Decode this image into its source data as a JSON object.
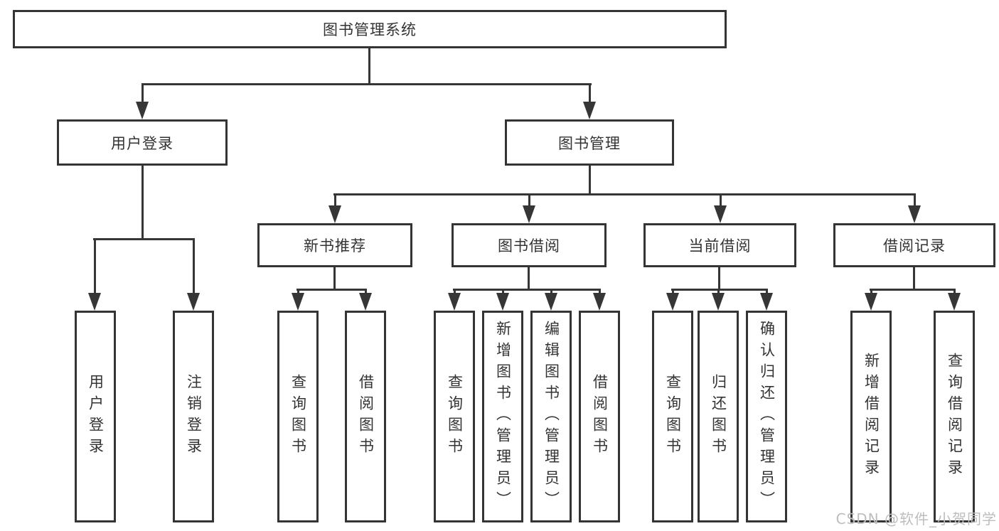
{
  "diagram": {
    "type": "hierarchy-tree",
    "orientation": "top-down"
  },
  "tree": {
    "root": {
      "label": "图书管理系统",
      "children": [
        {
          "label": "用户登录",
          "children": [
            {
              "label": "用户登录"
            },
            {
              "label": "注销登录"
            }
          ]
        },
        {
          "label": "图书管理",
          "children": [
            {
              "label": "新书推荐",
              "children": [
                {
                  "label": "查询图书"
                },
                {
                  "label": "借阅图书"
                }
              ]
            },
            {
              "label": "图书借阅",
              "children": [
                {
                  "label": "查询图书"
                },
                {
                  "label": "新增图书（管理员）"
                },
                {
                  "label": "编辑图书（管理员）"
                },
                {
                  "label": "借阅图书"
                }
              ]
            },
            {
              "label": "当前借阅",
              "children": [
                {
                  "label": "查询图书"
                },
                {
                  "label": "归还图书"
                },
                {
                  "label": "确认归还（管理员）"
                }
              ]
            },
            {
              "label": "借阅记录",
              "children": [
                {
                  "label": "新增借阅记录"
                },
                {
                  "label": "查询借阅记录"
                }
              ]
            }
          ]
        }
      ]
    }
  },
  "watermark": {
    "text": "CSDN @软件_小贺同学"
  },
  "colors": {
    "line": "#363636",
    "box_border": "#343434",
    "text": "#333333",
    "watermark": "#bdbdbd",
    "background": "#ffffff"
  }
}
